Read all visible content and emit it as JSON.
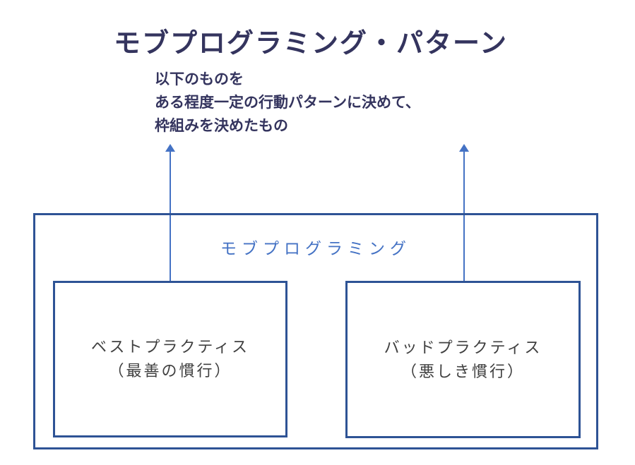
{
  "title": "モブプログラミング・パターン",
  "annotation": {
    "lines": [
      "以下のものを",
      "ある程度一定の行動パターンに決めて、",
      "枠組みを決めたもの"
    ]
  },
  "diagram": {
    "container_label": "モブプログラミング",
    "boxes": [
      {
        "id": "best-practice",
        "title": "ベストプラクティス",
        "subtitle": "（最善の慣行）"
      },
      {
        "id": "bad-practice",
        "title": "バッドプラクティス",
        "subtitle": "（悪しき慣行）"
      }
    ],
    "arrows": [
      {
        "id": "arrow-from-best",
        "direction": "up"
      },
      {
        "id": "arrow-from-bad",
        "direction": "up"
      }
    ]
  },
  "colors": {
    "heading_text": "#34345E",
    "arrow": "#4472C4",
    "container_label": "#4472C4",
    "box_border": "#2E5395",
    "box_text": "#404040",
    "background": "#FFFFFF"
  }
}
